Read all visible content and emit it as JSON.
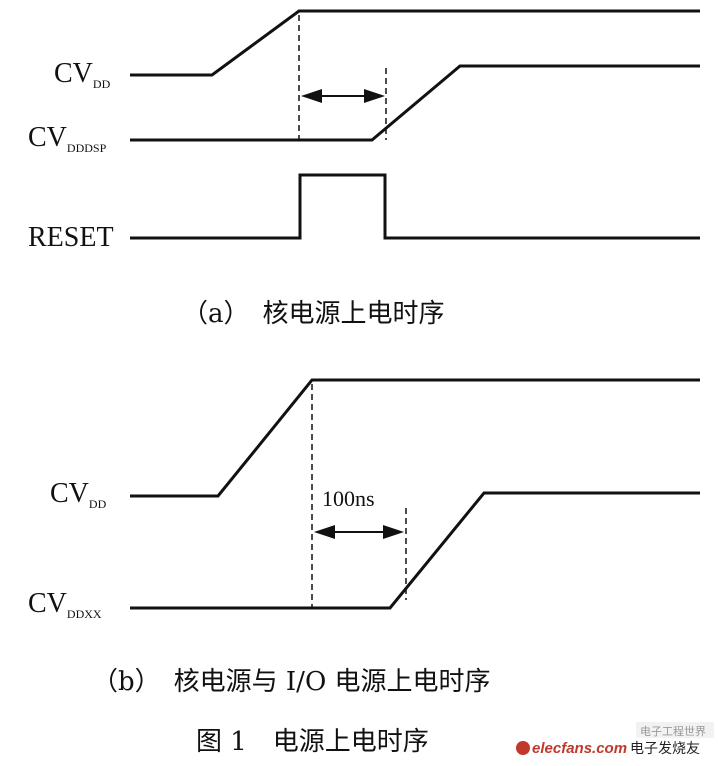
{
  "diagram_a": {
    "signals": [
      {
        "base": "CV",
        "sub": "DD"
      },
      {
        "base": "CV",
        "sub": "DDDSP"
      },
      {
        "base": "RESET",
        "sub": ""
      }
    ],
    "caption": "（a）　核电源上电时序"
  },
  "diagram_b": {
    "signals": [
      {
        "base": "CV",
        "sub": "DD"
      },
      {
        "base": "CV",
        "sub": "DDXX"
      }
    ],
    "delay_label": "100ns",
    "caption": "（b）　核电源与 I/O 电源上电时序"
  },
  "figure_caption": "图 1　电源上电时序",
  "watermark": {
    "site": "elecfans.com",
    "cn_text": "电子发烧友",
    "banner_text": "电子工程世界"
  },
  "colors": {
    "ink": "#111111",
    "watermark_red": "#c0392b"
  }
}
